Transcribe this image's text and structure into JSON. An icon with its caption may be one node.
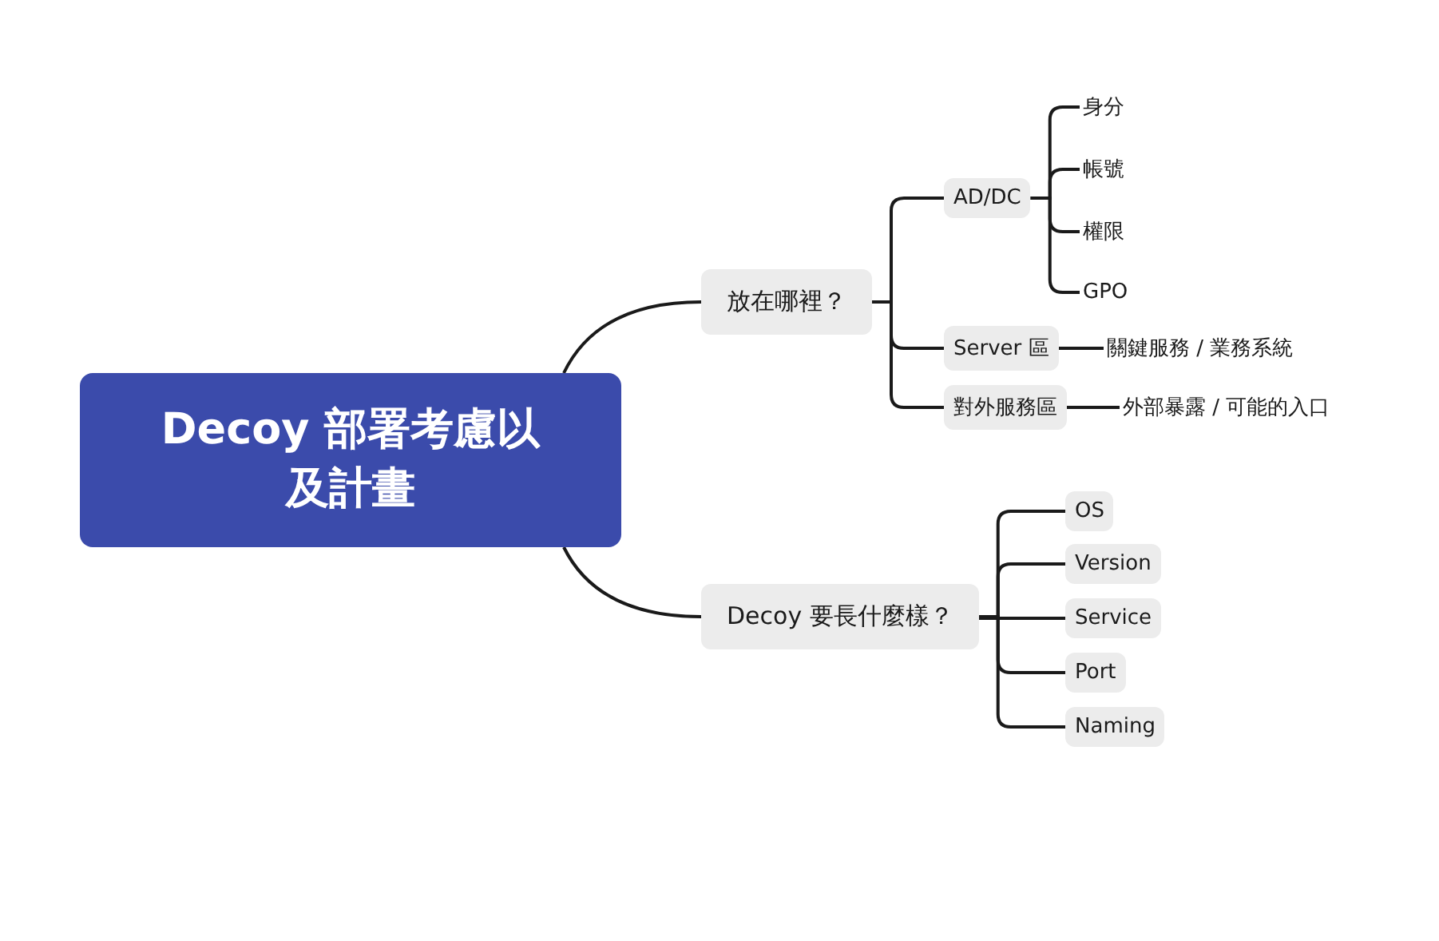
{
  "diagram": {
    "nodes": [
      {
        "text": [
          "Decoy 部署考慮以及計畫"
        ]
      },
      {
        "text": [
          "放在哪裡？"
        ]
      },
      {
        "text": [
          "AD/DC"
        ]
      },
      {
        "text": [
          "身分"
        ]
      },
      {
        "text": [
          "帳號"
        ]
      },
      {
        "text": [
          "權限"
        ]
      },
      {
        "text": [
          "GPO"
        ]
      },
      {
        "text": [
          "Server 區"
        ]
      },
      {
        "text": [
          "關鍵服務 / 業務系統"
        ]
      },
      {
        "text": [
          "對外服務區"
        ]
      },
      {
        "text": [
          "外部暴露 / 可能的入口"
        ]
      },
      {
        "text": [
          "Decoy 要長什麼樣？"
        ]
      },
      {
        "text": [
          "OS"
        ]
      },
      {
        "text": [
          "Version"
        ]
      },
      {
        "text": [
          "Service"
        ]
      },
      {
        "text": [
          "Port"
        ]
      },
      {
        "text": [
          "Naming"
        ]
      }
    ],
    "edges": [
      {
        "from": 0,
        "to": 1,
        "arrow": "none"
      },
      {
        "from": 1,
        "to": 2,
        "arrow": "none"
      },
      {
        "from": 2,
        "to": 3,
        "arrow": "none"
      },
      {
        "from": 2,
        "to": 4,
        "arrow": "none"
      },
      {
        "from": 2,
        "to": 5,
        "arrow": "none"
      },
      {
        "from": 2,
        "to": 6,
        "arrow": "none"
      },
      {
        "from": 1,
        "to": 7,
        "arrow": "none"
      },
      {
        "from": 7,
        "to": 8,
        "arrow": "none"
      },
      {
        "from": 1,
        "to": 9,
        "arrow": "none"
      },
      {
        "from": 9,
        "to": 10,
        "arrow": "none"
      },
      {
        "from": 0,
        "to": 11,
        "arrow": "none"
      },
      {
        "from": 11,
        "to": 12,
        "arrow": "none"
      },
      {
        "from": 11,
        "to": 13,
        "arrow": "none"
      },
      {
        "from": 11,
        "to": 14,
        "arrow": "none"
      },
      {
        "from": 11,
        "to": 15,
        "arrow": "none"
      },
      {
        "from": 11,
        "to": 16,
        "arrow": "none"
      }
    ]
  }
}
